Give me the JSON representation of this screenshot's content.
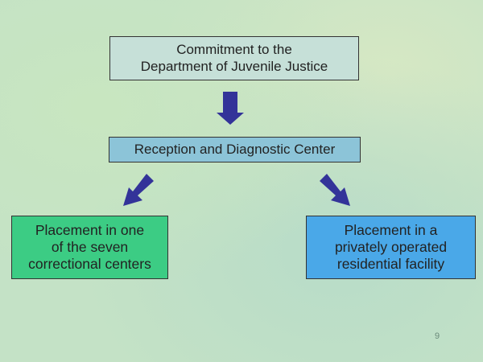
{
  "boxes": {
    "commitment": [
      "Commitment to the",
      "Department of Juvenile Justice"
    ],
    "reception": "Reception and Diagnostic Center",
    "correctional": [
      "Placement in one",
      "of the seven",
      "correctional centers"
    ],
    "private": [
      "Placement in a",
      "privately operated",
      "residential facility"
    ]
  },
  "colors": {
    "arrow": "#333399",
    "correctional": "#3ccc84",
    "private": "#4aa8e8",
    "reception": "#8cc4d8"
  },
  "page_number": "9"
}
